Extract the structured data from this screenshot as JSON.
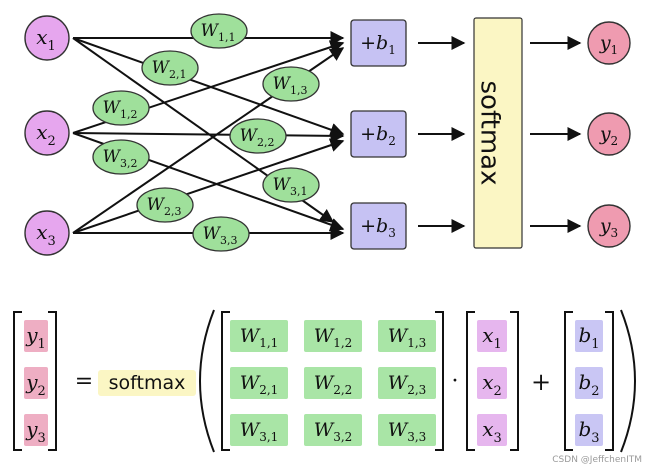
{
  "inputs": [
    {
      "base": "x",
      "sub": "1"
    },
    {
      "base": "x",
      "sub": "2"
    },
    {
      "base": "x",
      "sub": "3"
    }
  ],
  "biases": [
    {
      "prefix": "+",
      "base": "b",
      "sub": "1"
    },
    {
      "prefix": "+",
      "base": "b",
      "sub": "2"
    },
    {
      "prefix": "+",
      "base": "b",
      "sub": "3"
    }
  ],
  "outputs": [
    {
      "base": "y",
      "sub": "1"
    },
    {
      "base": "y",
      "sub": "2"
    },
    {
      "base": "y",
      "sub": "3"
    }
  ],
  "weights": [
    {
      "id": "w11",
      "base": "W",
      "sub": "1,1"
    },
    {
      "id": "w21",
      "base": "W",
      "sub": "2,1"
    },
    {
      "id": "w12",
      "base": "W",
      "sub": "1,2"
    },
    {
      "id": "w13",
      "base": "W",
      "sub": "1,3"
    },
    {
      "id": "w22",
      "base": "W",
      "sub": "2,2"
    },
    {
      "id": "w32",
      "base": "W",
      "sub": "3,2"
    },
    {
      "id": "w31",
      "base": "W",
      "sub": "3,1"
    },
    {
      "id": "w23",
      "base": "W",
      "sub": "2,3"
    },
    {
      "id": "w33",
      "base": "W",
      "sub": "3,3"
    }
  ],
  "softmax_label": "softmax",
  "equation": {
    "lhs": [
      {
        "base": "y",
        "sub": "1"
      },
      {
        "base": "y",
        "sub": "2"
      },
      {
        "base": "y",
        "sub": "3"
      }
    ],
    "equals": "=",
    "func": "softmax",
    "matrix": [
      [
        {
          "base": "W",
          "sub": "1,1"
        },
        {
          "base": "W",
          "sub": "1,2"
        },
        {
          "base": "W",
          "sub": "1,3"
        }
      ],
      [
        {
          "base": "W",
          "sub": "2,1"
        },
        {
          "base": "W",
          "sub": "2,2"
        },
        {
          "base": "W",
          "sub": "2,3"
        }
      ],
      [
        {
          "base": "W",
          "sub": "3,1"
        },
        {
          "base": "W",
          "sub": "3,2"
        },
        {
          "base": "W",
          "sub": "3,3"
        }
      ]
    ],
    "dot": "·",
    "x_vector": [
      {
        "base": "x",
        "sub": "1"
      },
      {
        "base": "x",
        "sub": "2"
      },
      {
        "base": "x",
        "sub": "3"
      }
    ],
    "plus": "+",
    "b_vector": [
      {
        "base": "b",
        "sub": "1"
      },
      {
        "base": "b",
        "sub": "2"
      },
      {
        "base": "b",
        "sub": "3"
      }
    ]
  },
  "watermark": "CSDN @JeffchenITM",
  "colors": {
    "input_fill": "#e6a6ee",
    "weight_fill": "#9fe09b",
    "bias_fill": "#c6c2f3",
    "softmax_fill": "#fbf6c4",
    "output_fill": "#ef9bb0",
    "matrix_fill": "#a9e5a6",
    "x_fill": "#e6b6ee",
    "b_fill": "#c9c6f4",
    "y_fill": "#eeaec3",
    "func_fill": "#fbf6c4"
  }
}
